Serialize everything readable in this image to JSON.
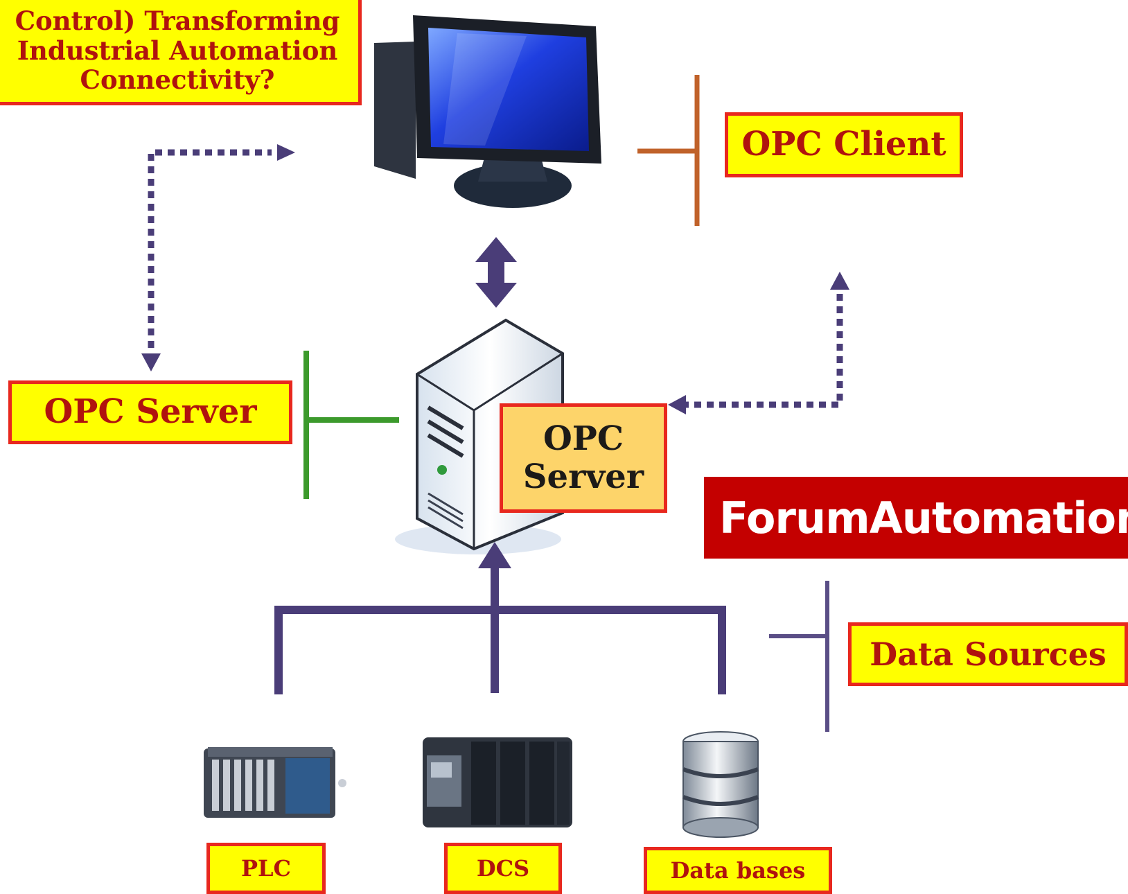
{
  "diagram": {
    "title_lines": [
      "Control) Transforming",
      "Industrial Automation",
      "Connectivity?"
    ],
    "opc_client_label": "OPC Client",
    "opc_server_label": "OPC Server",
    "opc_server_center_label": "OPC Server",
    "data_sources_label": "Data Sources",
    "brand": "ForumAutomation.Com",
    "sources": [
      {
        "label": "PLC",
        "icon": "plc-icon"
      },
      {
        "label": "DCS",
        "icon": "dcs-icon"
      },
      {
        "label": "Data bases",
        "icon": "database-icon"
      }
    ],
    "icons": [
      "computer-monitor-icon",
      "server-tower-icon"
    ],
    "colors": {
      "label_fill": "#ffff00",
      "label_border": "#e8281e",
      "label_text": "#b0130e",
      "center_label_fill": "#fdd46a",
      "connector_purple": "#4a3d78",
      "client_bracket": "#c0622a",
      "server_bracket": "#3c9a2c",
      "brand_fill": "#c40000"
    }
  }
}
